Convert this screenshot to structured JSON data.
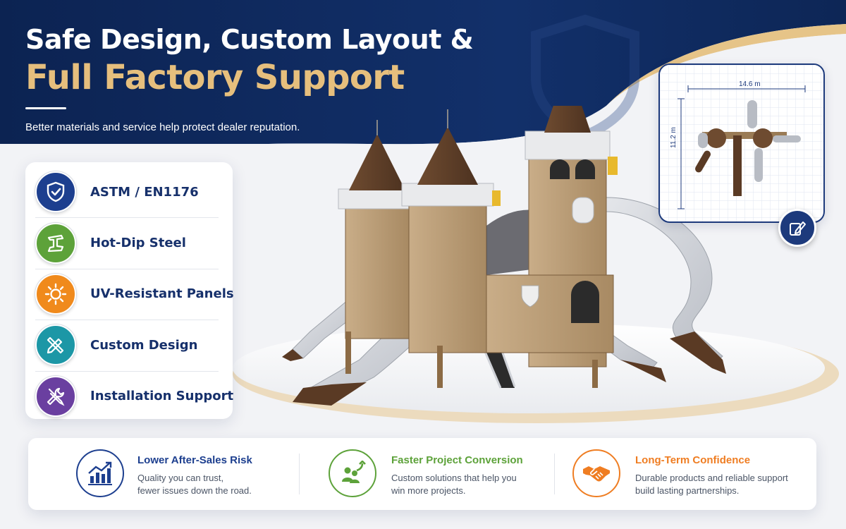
{
  "header": {
    "title_line1": "Safe Design, Custom Layout &",
    "title_line2": "Full Factory Support",
    "subtitle": "Better materials and service help protect dealer reputation.",
    "colors": {
      "navy": "#0f2a5e",
      "gold": "#e6bf7d"
    }
  },
  "features": {
    "items": [
      {
        "label": "ASTM / EN1176",
        "icon": "shield-check-icon",
        "color": "#1d3f8f"
      },
      {
        "label": "Hot-Dip Steel",
        "icon": "steel-beam-icon",
        "color": "#5da23a"
      },
      {
        "label": "UV-Resistant Panels",
        "icon": "sun-icon",
        "color": "#f08a1c"
      },
      {
        "label": "Custom Design",
        "icon": "pencil-ruler-icon",
        "color": "#1c97a6"
      },
      {
        "label": "Installation Support",
        "icon": "wrench-screwdriver-icon",
        "color": "#6a3fa0"
      }
    ]
  },
  "plan": {
    "width_label": "14.6 m",
    "height_label": "11.2 m",
    "edit_icon": "edit-plan-icon"
  },
  "benefits": [
    {
      "title": "Lower After-Sales Risk",
      "desc_line1": "Quality you can trust,",
      "desc_line2": "fewer issues down the road.",
      "icon": "growth-chart-icon",
      "color": "#1d3f8f"
    },
    {
      "title": "Faster Project Conversion",
      "desc_line1": "Custom solutions that help you",
      "desc_line2": "win more projects.",
      "icon": "team-growth-icon",
      "color": "#5da23a"
    },
    {
      "title": "Long-Term Confidence",
      "desc_line1": "Durable products and reliable support",
      "desc_line2": "build lasting partnerships.",
      "icon": "handshake-icon",
      "color": "#ef7d22"
    }
  ]
}
